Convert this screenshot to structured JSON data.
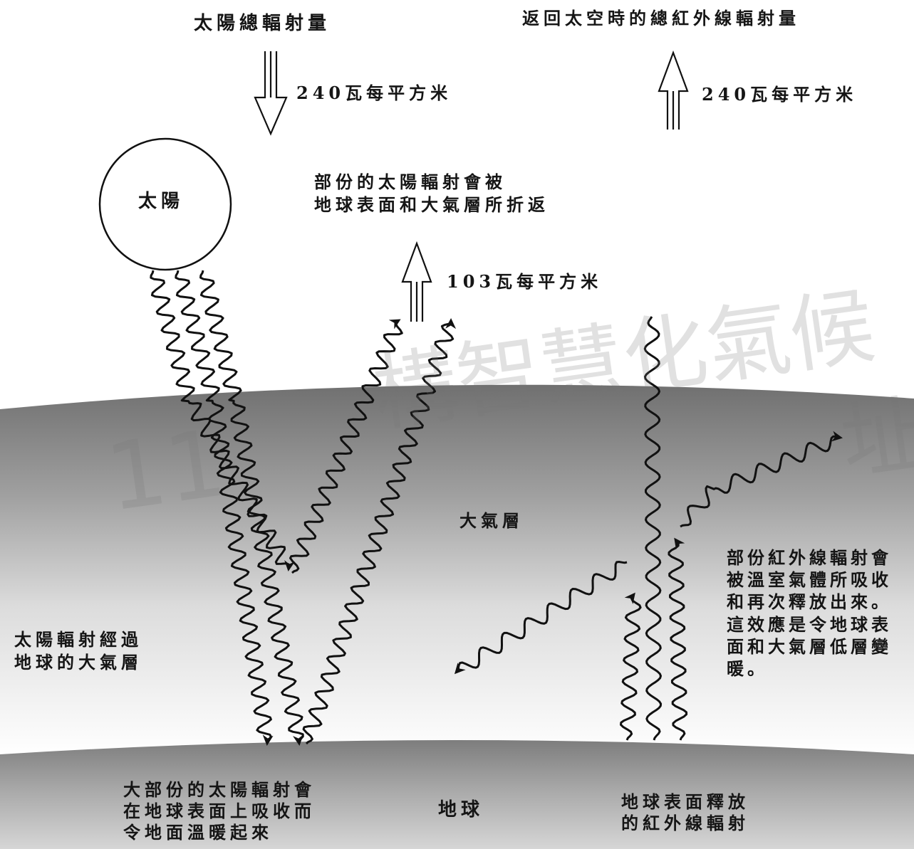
{
  "labels": {
    "incoming_title": "太陽總輻射量",
    "incoming_value": "240瓦每平方米",
    "outgoing_title": "返回太空時的總紅外線輻射量",
    "outgoing_value": "240瓦每平方米",
    "sun": "太陽",
    "reflected_line1": "部份的太陽輻射會被",
    "reflected_line2": "地球表面和大氣層所折返",
    "reflected_value": "103瓦每平方米",
    "atmosphere": "大氣層",
    "solar_pass_line1": "太陽輻射經過",
    "solar_pass_line2": "地球的大氣層",
    "greenhouse_line1": "部份紅外線輻射會",
    "greenhouse_line2": "被溫室氣體所吸收",
    "greenhouse_line3": "和再次釋放出來。",
    "greenhouse_line4": "這效應是令地球表",
    "greenhouse_line5": "面和大氣層低層變",
    "greenhouse_line6": "暖。",
    "absorbed_line1": "大部份的太陽輻射會",
    "absorbed_line2": "在地球表面上吸收而",
    "absorbed_line3": "令地面溫暖起來",
    "earth": "地球",
    "surface_ir_line1": "地球表面釋放",
    "surface_ir_line2": "的紅外線輻射"
  },
  "watermark": {
    "left": "11",
    "center": "構智慧化氣候",
    "right_fragment": "址"
  },
  "colors": {
    "ink": "#111111",
    "atmosphere_dark": "#6f6f6f",
    "atmosphere_light": "#ffffff",
    "ground_light": "#c8c8c8",
    "ground_dark": "#7a7a7a"
  }
}
